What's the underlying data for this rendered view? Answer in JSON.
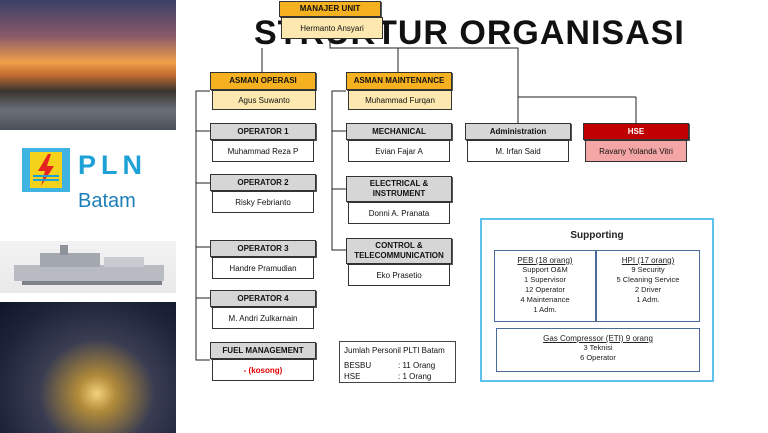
{
  "title": "STRUKTUR ORGANISASI",
  "logo": {
    "brand": "PLN",
    "region": "Batam"
  },
  "manager": {
    "role": "MANAJER UNIT",
    "name": "Hermanto Ansyari"
  },
  "operasi": {
    "head": {
      "role": "ASMAN OPERASI",
      "name": "Agus Suwanto"
    },
    "units": [
      {
        "role": "OPERATOR 1",
        "name": "Muhammad Reza P"
      },
      {
        "role": "OPERATOR 2",
        "name": "Risky Febrianto"
      },
      {
        "role": "OPERATOR 3",
        "name": "Handre Pramudian"
      },
      {
        "role": "OPERATOR 4",
        "name": "M. Andri Zulkarnain"
      },
      {
        "role": "FUEL MANAGEMENT",
        "name": "- (kosong)"
      }
    ]
  },
  "maintenance": {
    "head": {
      "role": "ASMAN MAINTENANCE",
      "name": "Muhammad Furqan"
    },
    "units": [
      {
        "role": "MECHANICAL",
        "name": "Evian Fajar A"
      },
      {
        "role": "ELECTRICAL & INSTRUMENT",
        "name": "Donni A. Pranata"
      },
      {
        "role": "CONTROL & TELECOMMUNICATION",
        "name": "Eko Prasetio"
      }
    ]
  },
  "administration": {
    "role": "Administration",
    "name": "M. Irfan Said"
  },
  "hse": {
    "role": "HSE",
    "name": "Ravany Yolanda Vitri"
  },
  "personnel": {
    "title": "Jumlah Personil PLTI Batam",
    "rows": [
      {
        "label": "BESBU",
        "value": ": 11 Orang"
      },
      {
        "label": "HSE",
        "value": ":  1 Orang"
      }
    ]
  },
  "supporting": {
    "title": "Supporting",
    "peb": {
      "title": "PEB (18 orang)",
      "lines": [
        "Support O&M",
        "1 Supervisor",
        "12 Operator",
        "4 Maintenance",
        "1 Adm."
      ]
    },
    "hpi": {
      "title": "HPI (17 orang)",
      "lines": [
        "9 Security",
        "5 Cleaning Service",
        "2 Driver",
        "1 Adm."
      ]
    },
    "gas": {
      "title": "Gas Compressor (ETI) 9 orang",
      "lines": [
        "3 Teknisi",
        "6 Operator"
      ]
    }
  },
  "colors": {
    "asman": "#f5b11f",
    "asman_name": "#fde9b0",
    "hse": "#c00000",
    "hse_name": "#f4a6a6",
    "supporting_border": "#5cc4ec",
    "brand_blue": "#1da1d6"
  }
}
